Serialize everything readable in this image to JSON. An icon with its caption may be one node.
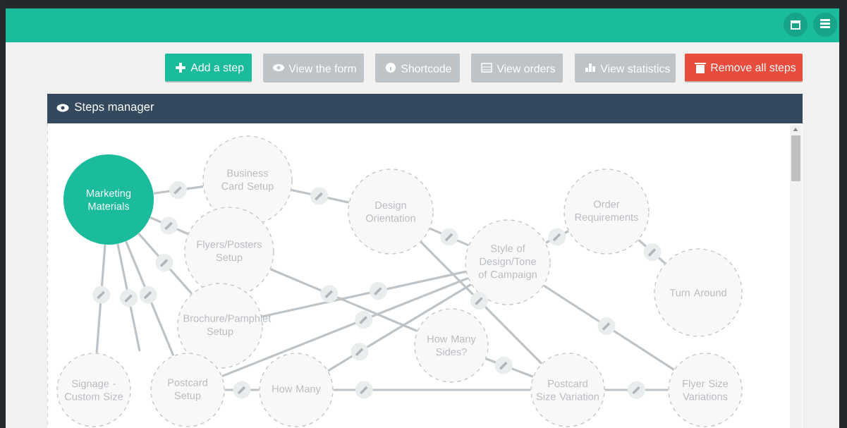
{
  "diagram": {
    "nodes": [
      {
        "text": [
          "Marketing Materials"
        ]
      },
      {
        "text": [
          "Business Card Setup"
        ]
      },
      {
        "text": [
          "Flyers/Posters Setup"
        ]
      },
      {
        "text": [
          "Design Orientation"
        ]
      },
      {
        "text": [
          "Style of Design/Tone of Campaign"
        ]
      },
      {
        "text": [
          "Order Requirements"
        ]
      },
      {
        "text": [
          "Turn Around"
        ]
      },
      {
        "text": [
          "Brochure/Pamphlet Setup"
        ]
      },
      {
        "text": [
          "Postcard Setup"
        ]
      },
      {
        "text": [
          "Signage - Custom Size"
        ]
      },
      {
        "text": [
          "How Many Sides?"
        ]
      },
      {
        "text": [
          "How Many"
        ]
      },
      {
        "text": [
          "Postcard Size Variation"
        ]
      },
      {
        "text": [
          "Flyer Size Variations"
        ]
      }
    ],
    "edges": [
      {
        "from": 0,
        "to": 1,
        "arrow": "none"
      },
      {
        "from": 1,
        "to": 3,
        "arrow": "none"
      },
      {
        "from": 0,
        "to": 2,
        "arrow": "none"
      },
      {
        "from": 0,
        "to": 7,
        "arrow": "none"
      },
      {
        "from": 0,
        "to": 8,
        "arrow": "none"
      },
      {
        "from": 0,
        "to": 9,
        "arrow": "none"
      },
      {
        "from": 0,
        "to": null,
        "arrow": "none"
      },
      {
        "from": 2,
        "to": 10,
        "arrow": "none"
      },
      {
        "from": 7,
        "to": 4,
        "arrow": "none"
      },
      {
        "from": 8,
        "to": 4,
        "arrow": "none"
      },
      {
        "from": 11,
        "to": 4,
        "arrow": "none"
      },
      {
        "from": 8,
        "to": 11,
        "arrow": "none"
      },
      {
        "from": 3,
        "to": 4,
        "arrow": "none"
      },
      {
        "from": 3,
        "to": 12,
        "arrow": "none"
      },
      {
        "from": 4,
        "to": 5,
        "arrow": "none"
      },
      {
        "from": 5,
        "to": 6,
        "arrow": "none"
      },
      {
        "from": 4,
        "to": 13,
        "arrow": "none"
      },
      {
        "from": 10,
        "to": 12,
        "arrow": "none"
      },
      {
        "from": 12,
        "to": 13,
        "arrow": "none"
      },
      {
        "from": 11,
        "to": 12,
        "arrow": "none"
      }
    ],
    "labels": [
      "Add a step",
      "View the form",
      "Shortcode",
      "View orders",
      "View statistics",
      "Remove all steps",
      "Steps manager"
    ]
  }
}
